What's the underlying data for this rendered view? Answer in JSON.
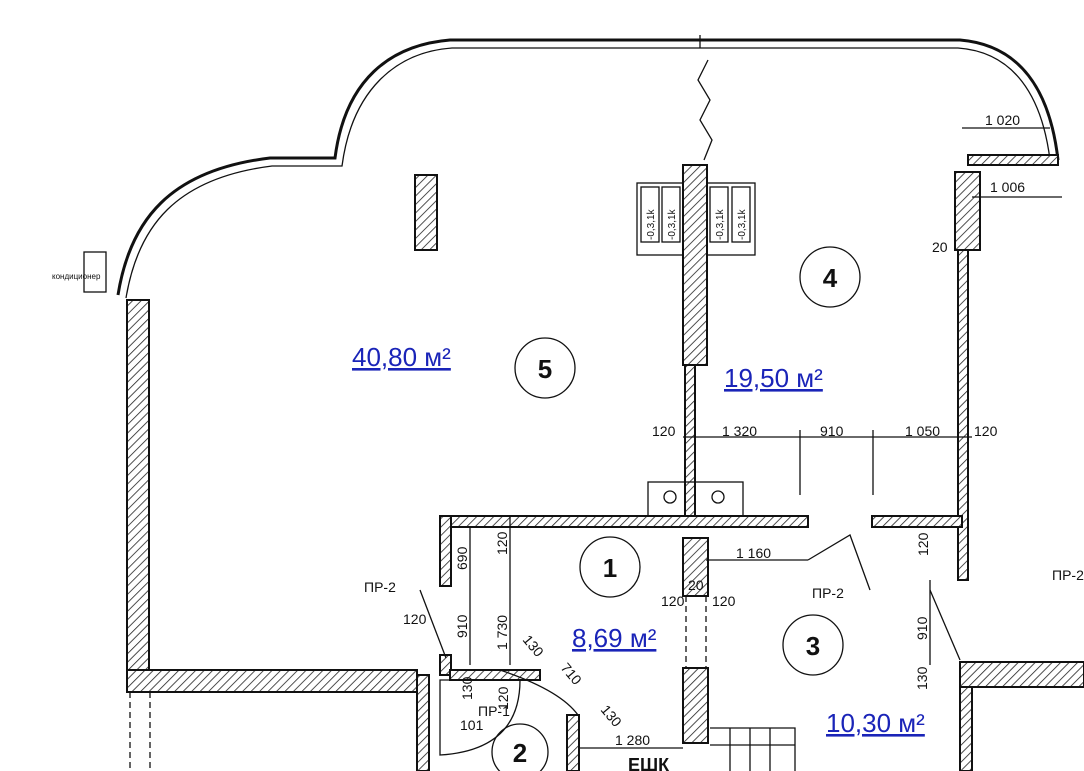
{
  "plan": {
    "rooms": [
      {
        "number": "1",
        "area": "8,69 м²"
      },
      {
        "number": "2",
        "area": ""
      },
      {
        "number": "3",
        "area": "10,30 м²"
      },
      {
        "number": "4",
        "area": "19,50 м²"
      },
      {
        "number": "5",
        "area": "40,80 м²"
      }
    ],
    "dimensions": [
      "1 020",
      "1 006",
      "20",
      "120",
      "1 320",
      "910",
      "1 050",
      "120",
      "1 160",
      "120",
      "690",
      "120",
      "910",
      "1 730",
      "120",
      "20",
      "120",
      "910",
      "130",
      "130",
      "710",
      "130",
      "130",
      "1 280",
      "101",
      "120"
    ],
    "labels": {
      "door_type": "ПР-2",
      "door_type_2": "ПР-1",
      "door_type_3": "ПР-2",
      "door_type_edge": "ПР-2",
      "cabinet": "ЕШК",
      "ac": "кондиционер",
      "radiator": "-0,3,1k"
    },
    "colors": {
      "area_text": "#1a24b8",
      "line": "#111111"
    }
  }
}
